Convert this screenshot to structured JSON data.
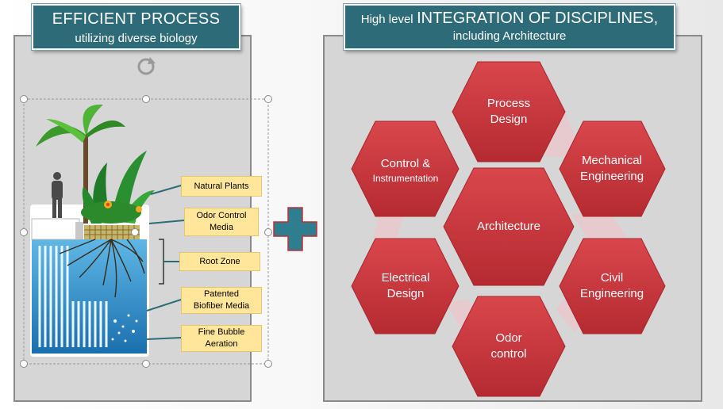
{
  "left_banner": {
    "title": "EFFICIENT PROCESS",
    "subtitle": "utilizing diverse biology"
  },
  "right_banner": {
    "title_small": "High level",
    "title_big": "INTEGRATION OF DISCIPLINES,",
    "subtitle": "including Architecture"
  },
  "labels": {
    "natural_plants": "Natural Plants",
    "odor_control_media_1": "Odor Control",
    "odor_control_media_2": "Media",
    "root_zone": "Root Zone",
    "biofiber_1": "Patented",
    "biofiber_2": "Biofiber Media",
    "aeration_1": "Fine Bubble",
    "aeration_2": "Aeration"
  },
  "hexagons": {
    "process_1": "Process",
    "process_2": "Design",
    "mechanical_1": "Mechanical",
    "mechanical_2": "Engineering",
    "civil_1": "Civil",
    "civil_2": "Engineering",
    "odor_1": "Odor",
    "odor_2": "control",
    "electrical_1": "Electrical",
    "electrical_2": "Design",
    "control_1": "Control &",
    "control_2": "Instrumentation",
    "center": "Architecture"
  },
  "colors": {
    "banner": "#2e6b78",
    "hex": "#c8373d",
    "label": "#ffe69a",
    "plus": "#2e7e8f"
  }
}
